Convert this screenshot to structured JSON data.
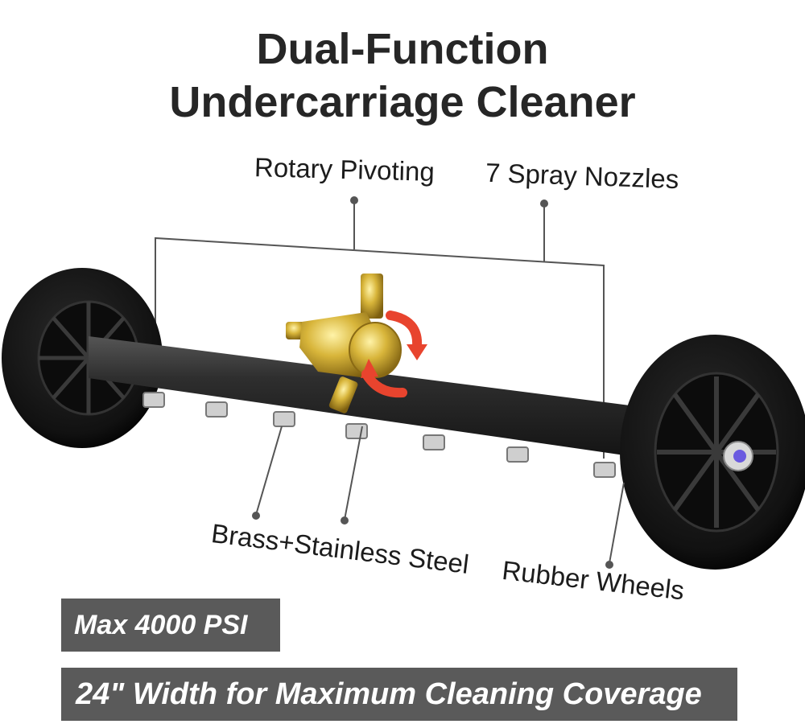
{
  "title": {
    "line1": "Dual-Function",
    "line2": "Undercarriage Cleaner"
  },
  "callouts": {
    "rotary_pivoting": "Rotary Pivoting",
    "spray_nozzles": "7 Spray Nozzles",
    "material": "Brass+Stainless Steel",
    "wheels": "Rubber Wheels"
  },
  "banners": {
    "pressure": "Max 4000 PSI",
    "width": "24\" Width for Maximum Cleaning Coverage"
  },
  "colors": {
    "banner_bg": "#5a5a5a",
    "bar": "#2b2b2b",
    "brass": "#c9a227",
    "arrow": "#e8442e",
    "text": "#262626"
  },
  "nozzle_count": 7
}
